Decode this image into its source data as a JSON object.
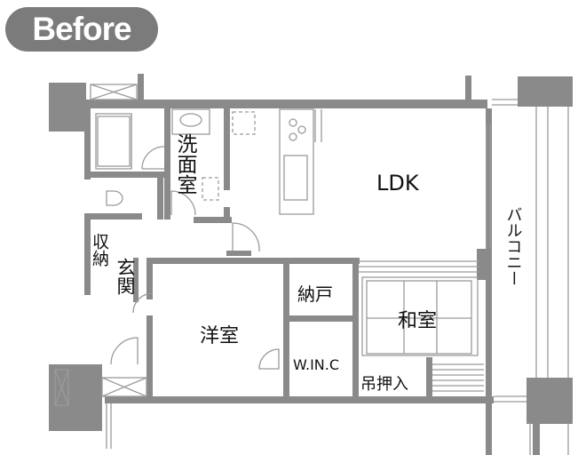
{
  "badge": {
    "label": "Before"
  },
  "colors": {
    "wall": "#8a8a8a",
    "badge": "#7b7b7b",
    "line": "#a0a0a0"
  },
  "rooms": {
    "ldk": "LDK",
    "washroom": "洗面室",
    "balcony": "バルコニー",
    "storage": "収納",
    "entrance": "玄関",
    "western_room": "洋室",
    "closet": "納戸",
    "japanese_room": "和室",
    "walk_in_closet": "W.IN.C",
    "hanging_closet": "吊押入"
  }
}
